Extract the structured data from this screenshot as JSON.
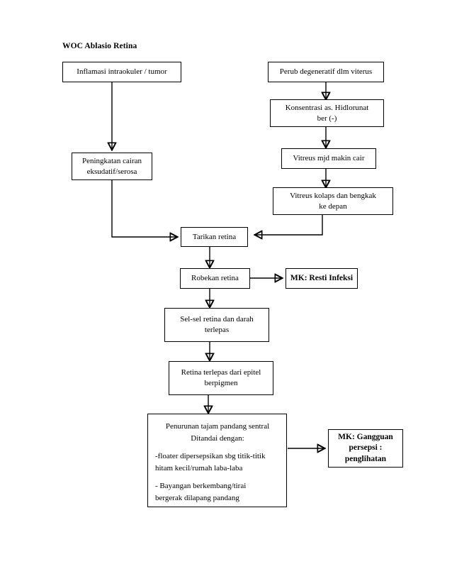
{
  "document": {
    "title": "WOC Ablasio Retina",
    "background_color": "#ffffff",
    "line_color": "#000000",
    "text_color": "#000000"
  },
  "nodes": {
    "inflamasi": {
      "label": "Inflamasi intraokuler / tumor"
    },
    "perub_degeneratif": {
      "label": "Perub degeneratif dlm viterus"
    },
    "konsentrasi": {
      "line1": "Konsentrasi as. Hidlorunat",
      "line2": "ber (-)"
    },
    "vitreus_cair": {
      "label": "Vitreus mjd makin cair"
    },
    "vitreus_kolaps": {
      "line1": "Vitreus kolaps dan bengkak",
      "line2": "ke depan"
    },
    "peningkatan_cairan": {
      "line1": "Peningkatan cairan",
      "line2": "eksudatif/serosa"
    },
    "tarikan_retina": {
      "label": "Tarikan retina"
    },
    "robekan_retina": {
      "label": "Robekan retina"
    },
    "mk_resti_infeksi": {
      "label": "MK: Resti Infeksi"
    },
    "sel_sel_retina": {
      "line1": "Sel-sel retina dan darah",
      "line2": "terlepas"
    },
    "retina_terlepas": {
      "line1": "Retina terlepas dari epitel",
      "line2": "berpigmen"
    },
    "penurunan_tajam": {
      "header1": "Penurunan tajam pandang sentral",
      "header2": "Ditandai dengan:",
      "para1_line1": "-floater dipersepsikan sbg titik-titik",
      "para1_line2": "hitam kecil/rumah laba-laba",
      "para2_line1": "- Bayangan berkembang/tirai",
      "para2_line2": "bergerak dilapang pandang"
    },
    "mk_gangguan": {
      "line1": "MK: Gangguan",
      "line2": "persepsi :",
      "line3": "penglihatan"
    }
  },
  "edges": [
    {
      "from": "inflamasi",
      "to": "peningkatan_cairan",
      "type": "vertical-arrow"
    },
    {
      "from": "perub_degeneratif",
      "to": "konsentrasi",
      "type": "vertical-arrow"
    },
    {
      "from": "konsentrasi",
      "to": "vitreus_cair",
      "type": "vertical-arrow"
    },
    {
      "from": "vitreus_cair",
      "to": "vitreus_kolaps",
      "type": "vertical-arrow"
    },
    {
      "from": "peningkatan_cairan",
      "to": "tarikan_retina",
      "type": "elbow-right-arrow"
    },
    {
      "from": "vitreus_kolaps",
      "to": "tarikan_retina",
      "type": "elbow-left-arrow"
    },
    {
      "from": "tarikan_retina",
      "to": "robekan_retina",
      "type": "vertical-arrow"
    },
    {
      "from": "robekan_retina",
      "to": "mk_resti_infeksi",
      "type": "horizontal-arrow"
    },
    {
      "from": "robekan_retina",
      "to": "sel_sel_retina",
      "type": "vertical-arrow"
    },
    {
      "from": "sel_sel_retina",
      "to": "retina_terlepas",
      "type": "vertical-arrow"
    },
    {
      "from": "retina_terlepas",
      "to": "penurunan_tajam",
      "type": "vertical-arrow"
    },
    {
      "from": "penurunan_tajam",
      "to": "mk_gangguan",
      "type": "horizontal-arrow"
    }
  ]
}
